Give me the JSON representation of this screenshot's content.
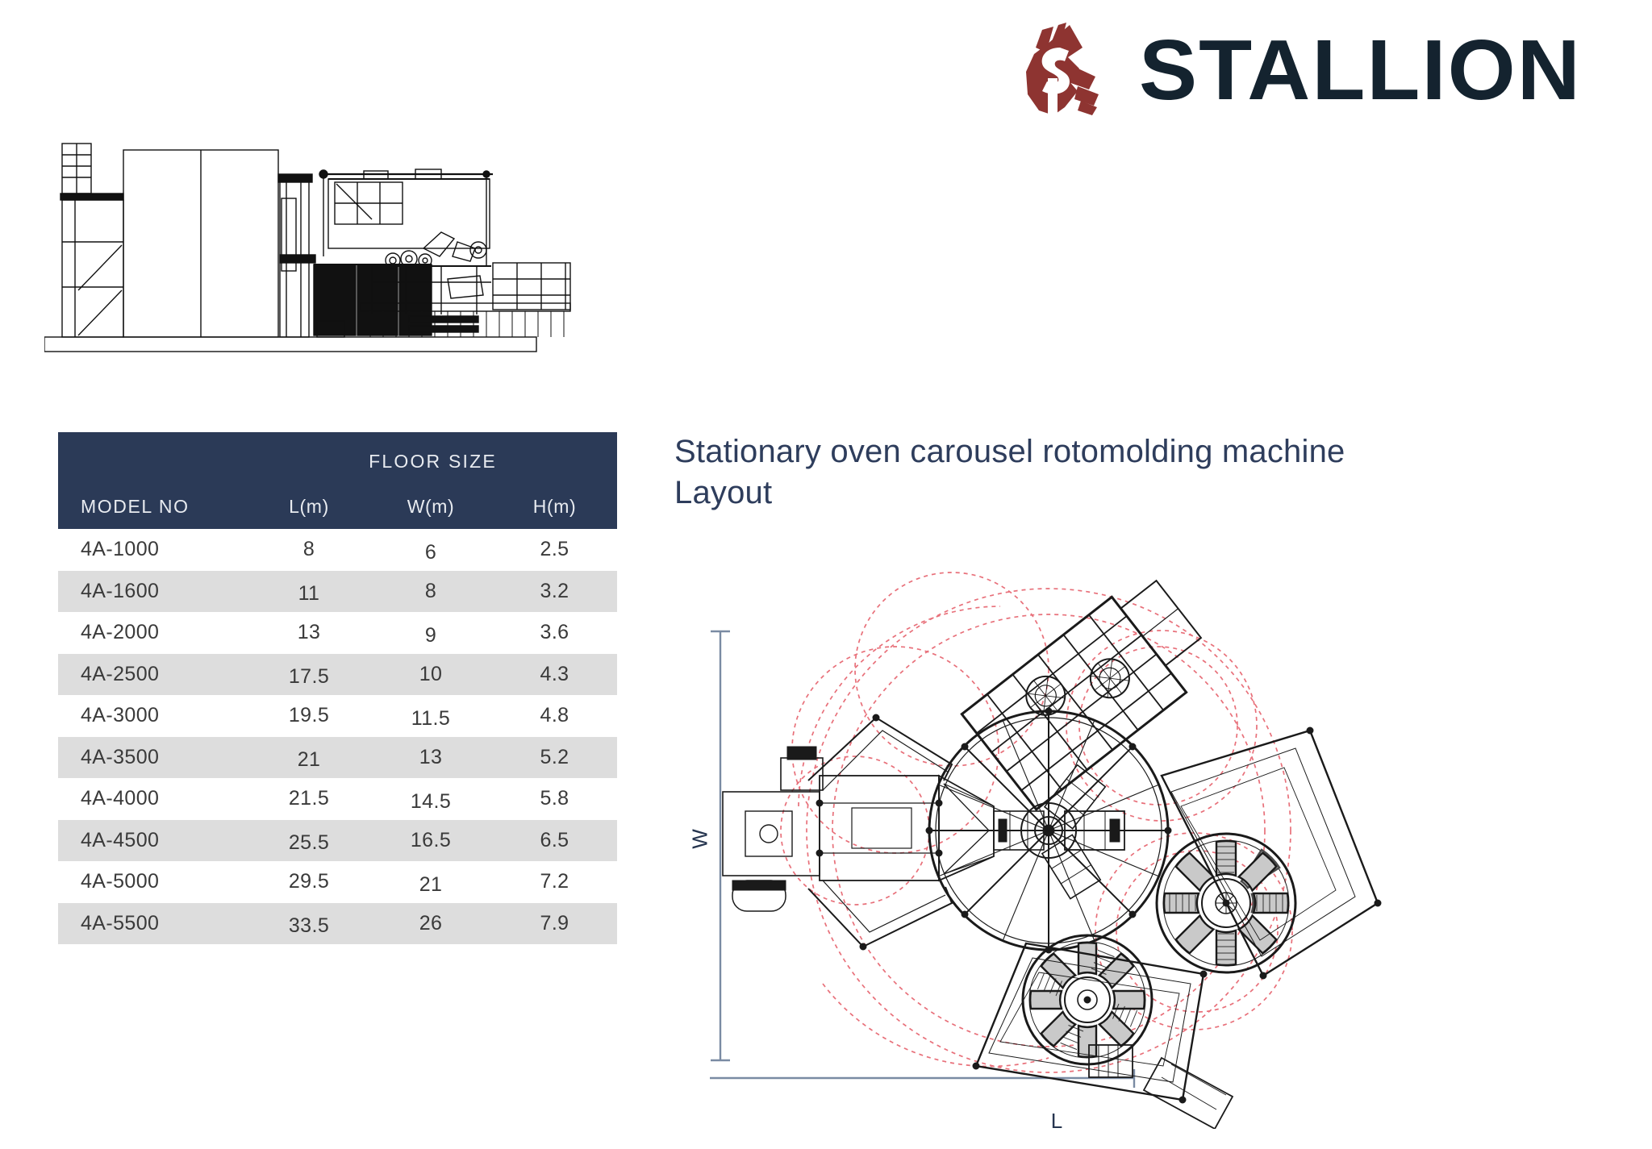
{
  "brand": {
    "name": "STALLION",
    "mark_icon": "stallion-horse-head-icon",
    "mark_color": "#8E3431",
    "wordmark_color": "#14232F"
  },
  "elevation": {
    "icon": "machine-elevation-drawing",
    "caption": ""
  },
  "section": {
    "title": "Stationary oven carousel rotomolding machine Layout"
  },
  "table": {
    "group_header": "FLOOR SIZE",
    "header_bg": "#2B3A57",
    "alt_row_bg": "#DDDDDD",
    "columns": [
      "MODEL NO",
      "L(m)",
      "W(m)",
      "H(m)"
    ],
    "rows": [
      {
        "model": "4A-1000",
        "l": "8",
        "w": "6",
        "h": "2.5"
      },
      {
        "model": "4A-1600",
        "l": "11",
        "w": "8",
        "h": "3.2"
      },
      {
        "model": "4A-2000",
        "l": "13",
        "w": "9",
        "h": "3.6"
      },
      {
        "model": "4A-2500",
        "l": "17.5",
        "w": "10",
        "h": "4.3"
      },
      {
        "model": "4A-3000",
        "l": "19.5",
        "w": "11.5",
        "h": "4.8"
      },
      {
        "model": "4A-3500",
        "l": "21",
        "w": "13",
        "h": "5.2"
      },
      {
        "model": "4A-4000",
        "l": "21.5",
        "w": "14.5",
        "h": "5.8"
      },
      {
        "model": "4A-4500",
        "l": "25.5",
        "w": "16.5",
        "h": "6.5"
      },
      {
        "model": "4A-5000",
        "l": "29.5",
        "w": "21",
        "h": "7.2"
      },
      {
        "model": "4A-5500",
        "l": "33.5",
        "w": "26",
        "h": "7.9"
      }
    ]
  },
  "plan_view": {
    "icon": "carousel-plan-drawing",
    "dimension_w_label": "W",
    "dimension_l_label": "L",
    "swing_arc_color": "#E8707A",
    "line_color": "#1A1A1A",
    "dimension_line_color": "#7A8BA3"
  }
}
